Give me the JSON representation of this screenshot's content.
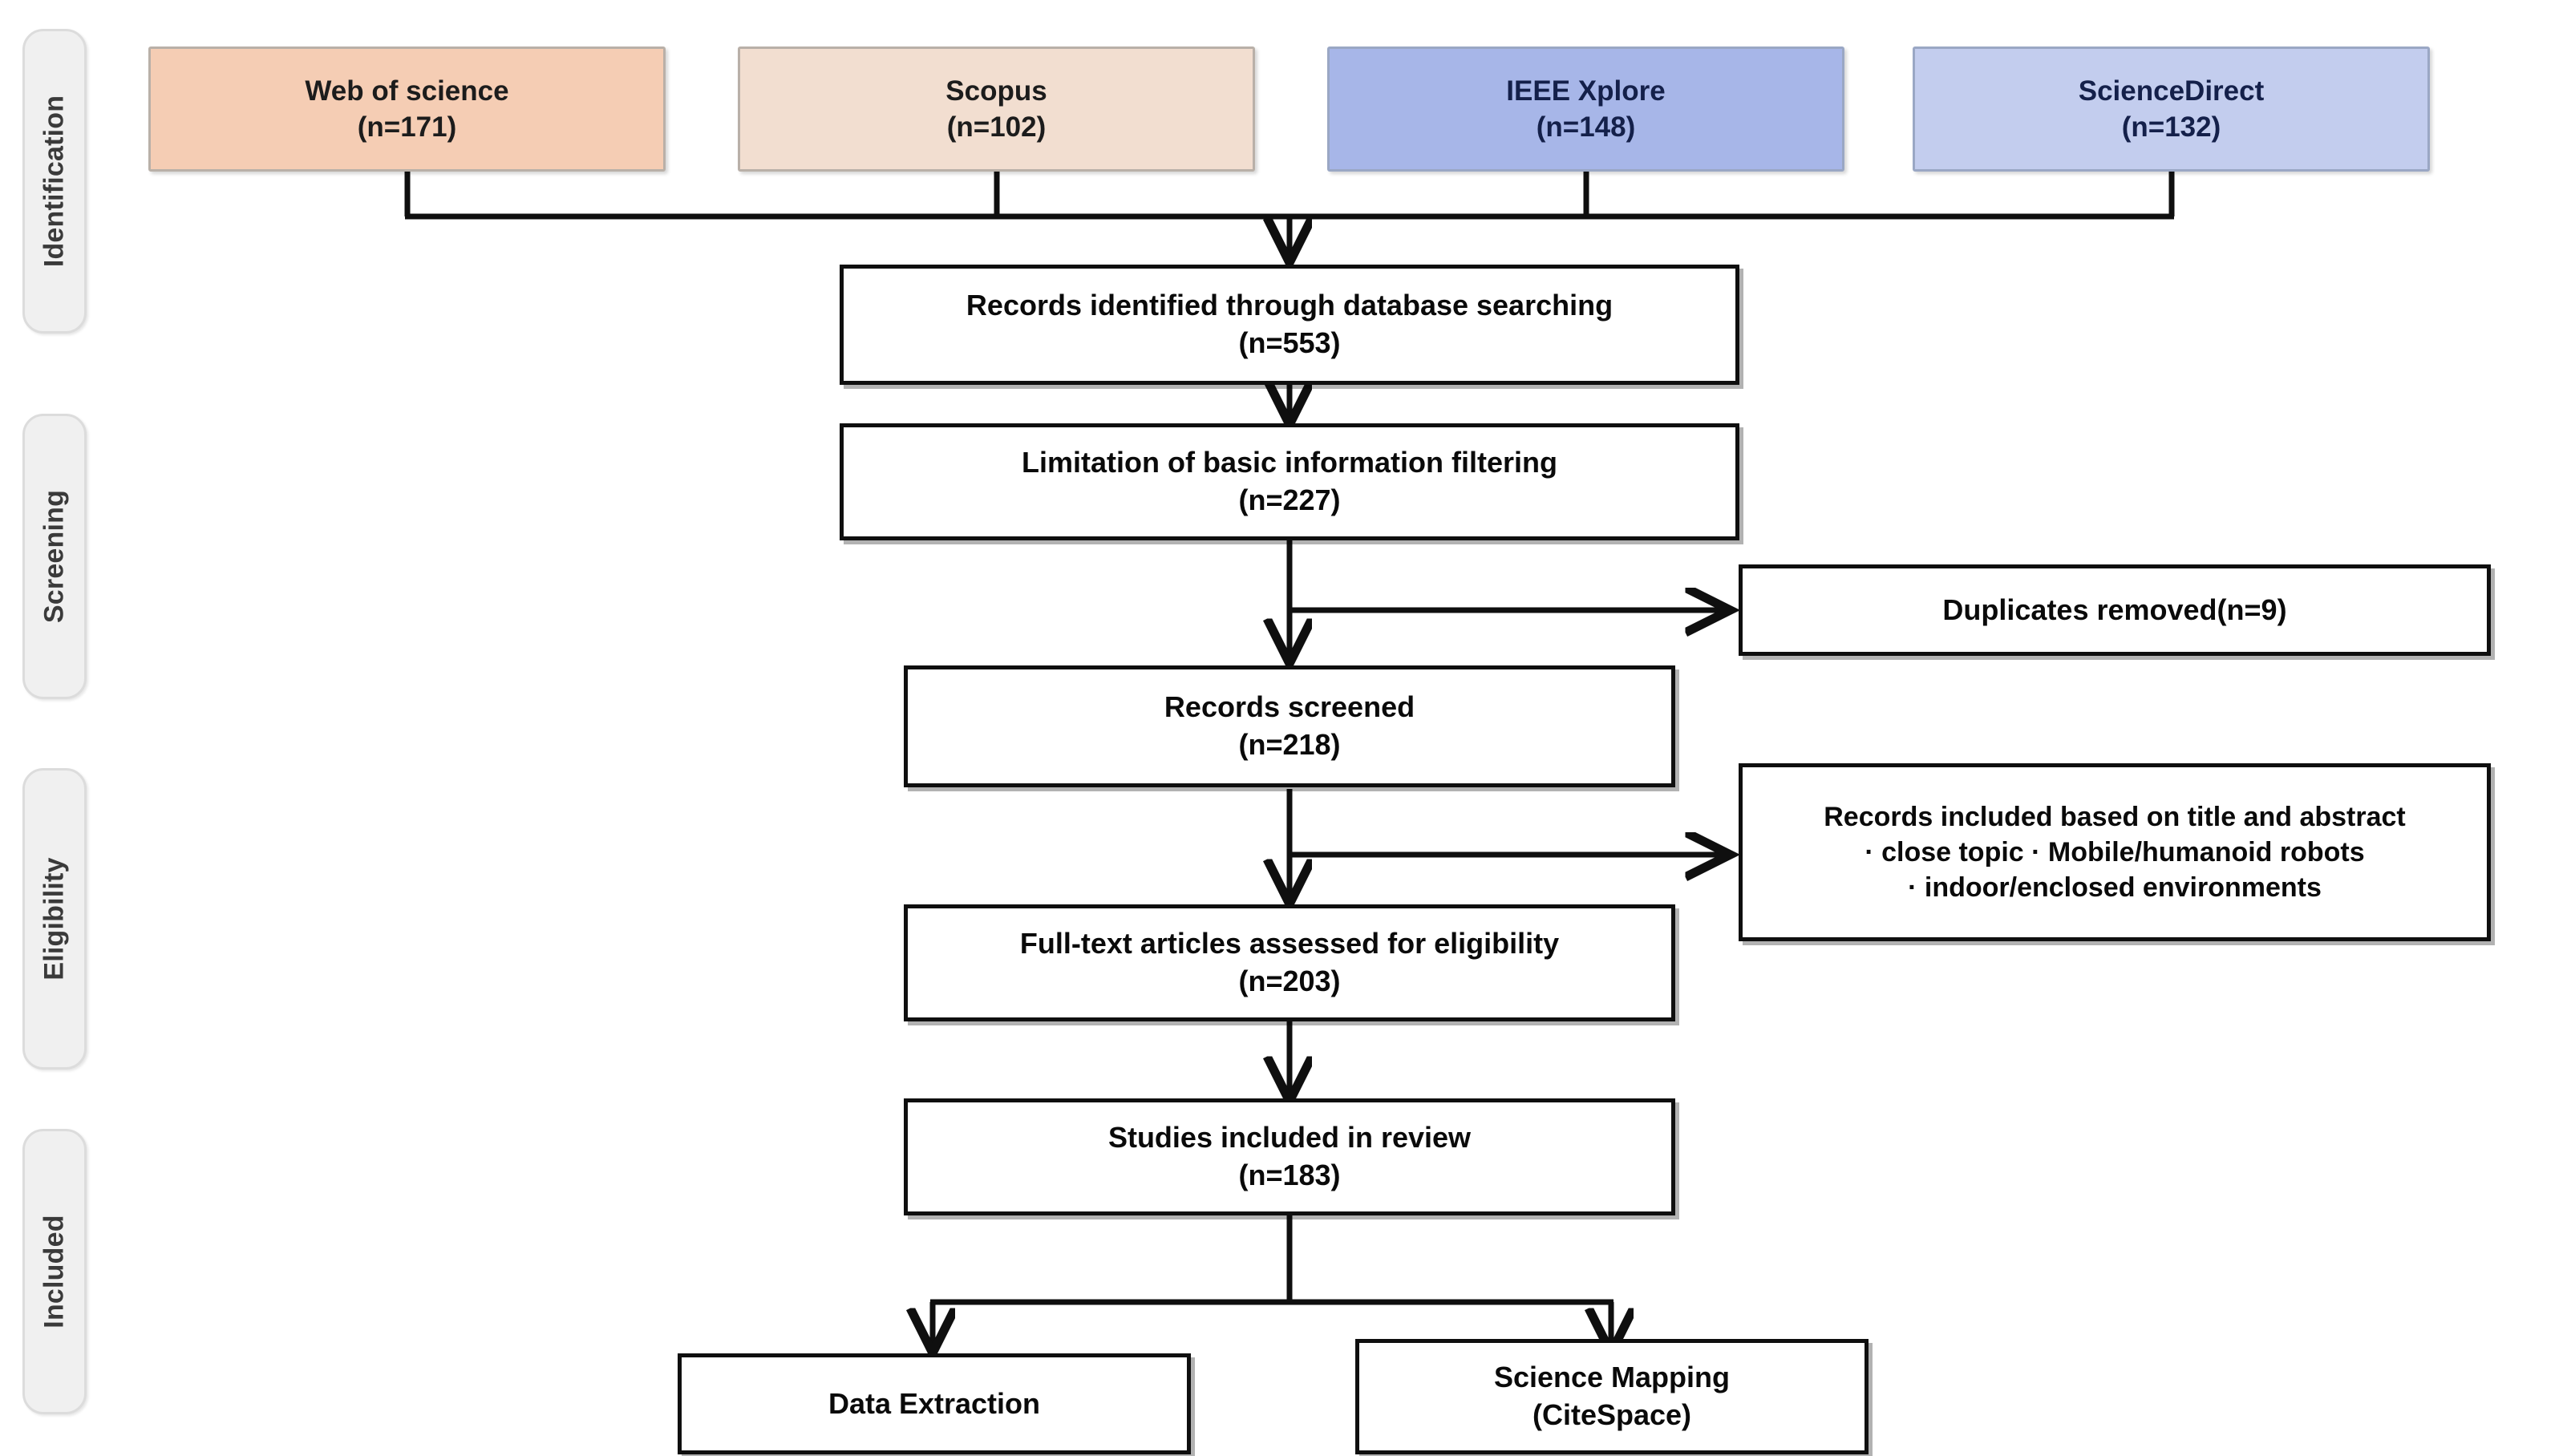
{
  "diagram": {
    "title": "PRISMA flow diagram",
    "type": "prisma-flowchart"
  },
  "stages": [
    {
      "label": "Identification"
    },
    {
      "label": "Screening"
    },
    {
      "label": "Eligibility"
    },
    {
      "label": "Included"
    }
  ],
  "sources": [
    {
      "name": "Web of science",
      "count": "(n=171)",
      "color": "#f5cdb4"
    },
    {
      "name": "Scopus",
      "count": "(n=102)",
      "color": "#f2ded0"
    },
    {
      "name": "IEEE Xplore",
      "count": "(n=148)",
      "color": "#a7b6e8"
    },
    {
      "name": "ScienceDirect",
      "count": "(n=132)",
      "color": "#c3cdee"
    }
  ],
  "flow": {
    "identified": {
      "line1": "Records identified through database searching",
      "line2": "(n=553)"
    },
    "limitation": {
      "line1": "Limitation of basic information filtering",
      "line2": "(n=227)"
    },
    "duplicates": {
      "line1": "Duplicates removed(n=9)"
    },
    "screened": {
      "line1": "Records screened",
      "line2": "(n=218)"
    },
    "included_criteria": {
      "line1": "Records included based on title and abstract",
      "line2": "· close topic · Mobile/humanoid robots",
      "line3": "· indoor/enclosed environments"
    },
    "fulltext": {
      "line1": "Full-text articles assessed for eligibility",
      "line2": "(n=203)"
    },
    "studies": {
      "line1": "Studies included in review",
      "line2": "(n=183)"
    },
    "data_extraction": {
      "line1": "Data Extraction"
    },
    "science_mapping": {
      "line1": "Science Mapping",
      "line2": "(CiteSpace)"
    }
  },
  "colors": {
    "connector": "#0f0f0f",
    "box_border": "#0f0f0f",
    "pill_bg": "#f0f0f0",
    "pill_border": "#dcdcdc",
    "background": "#ffffff"
  }
}
